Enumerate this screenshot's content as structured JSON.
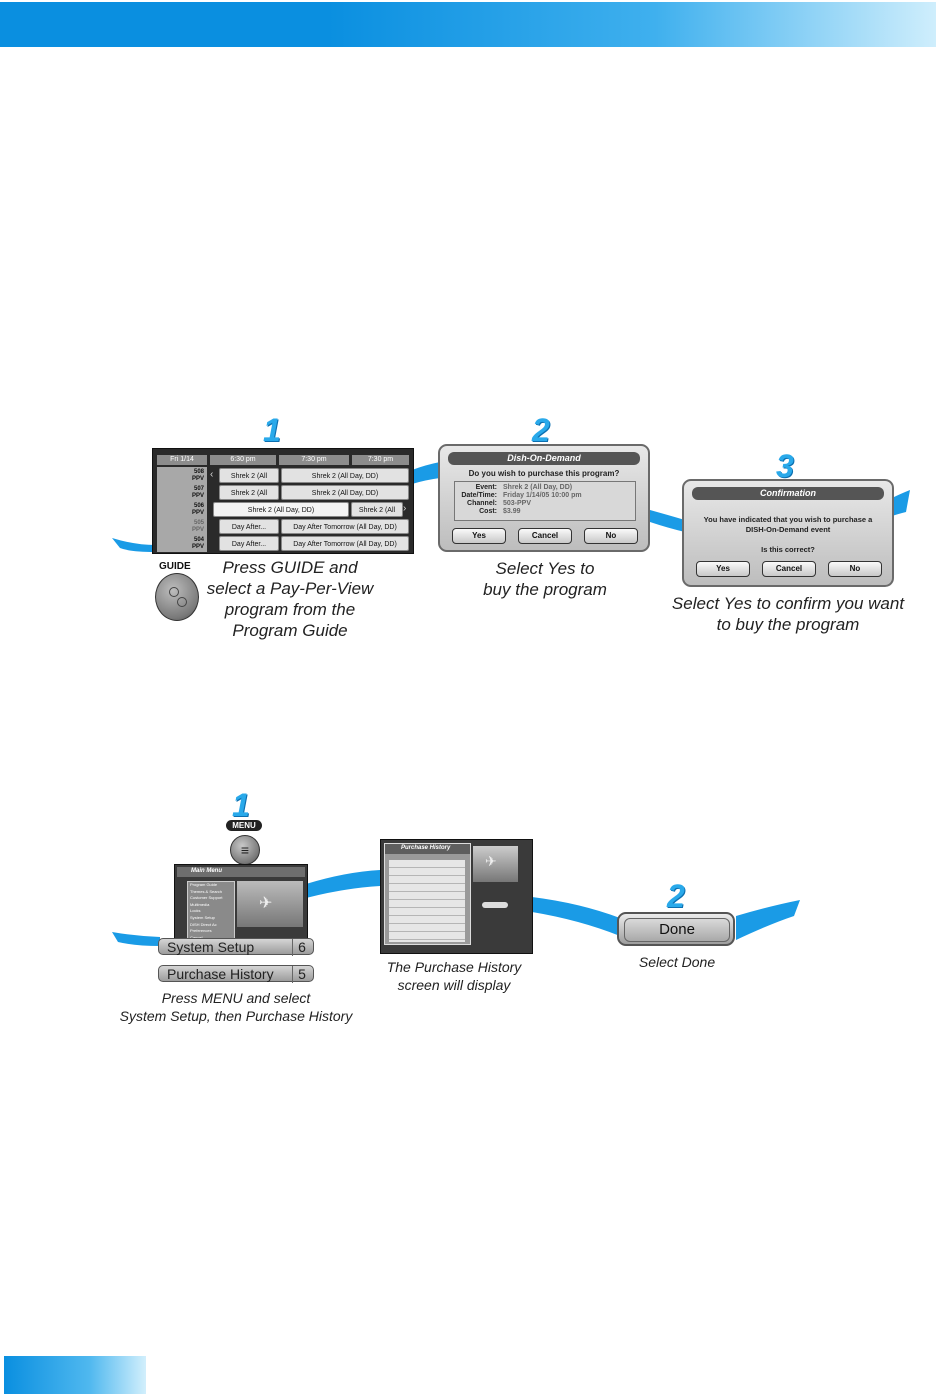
{
  "section1": {
    "step1": {
      "number": "1",
      "remote_label": "GUIDE",
      "caption": [
        "Press GUIDE and",
        "select a Pay-Per-View",
        "program from the",
        "Program Guide"
      ],
      "guide": {
        "headers": [
          "Fri 1/14",
          "6:30 pm",
          "7:30 pm",
          "7:30 pm"
        ],
        "rows": [
          {
            "ch": "508",
            "sub": "PPV",
            "cells": [
              "Shrek 2 (All",
              "Shrek 2 (All Day, DD)"
            ]
          },
          {
            "ch": "507",
            "sub": "PPV",
            "cells": [
              "Shrek 2 (All",
              "Shrek 2 (All Day, DD)"
            ]
          },
          {
            "ch": "506",
            "sub": "PPV",
            "cells": [
              "Shrek 2 (All Day, DD)",
              "Shrek 2 (All"
            ]
          },
          {
            "ch": "505",
            "sub": "PPV",
            "cells": [
              "Day After...",
              "Day After Tomorrow (All Day, DD)"
            ]
          },
          {
            "ch": "504",
            "sub": "PPV",
            "cells": [
              "Day After...",
              "Day After Tomorrow (All Day, DD)"
            ]
          }
        ]
      }
    },
    "step2": {
      "number": "2",
      "title": "Dish-On-Demand",
      "question": "Do you wish to purchase this program?",
      "fields": [
        {
          "label": "Event:",
          "value": "Shrek 2 (All Day, DD)"
        },
        {
          "label": "Date/Time:",
          "value": "Friday 1/14/05  10:00 pm"
        },
        {
          "label": "Channel:",
          "value": "503-PPV"
        },
        {
          "label": "Cost:",
          "value": "$3.99"
        }
      ],
      "buttons": [
        "Yes",
        "Cancel",
        "No"
      ],
      "caption": [
        "Select Yes to",
        "buy the program"
      ]
    },
    "step3": {
      "number": "3",
      "title": "Confirmation",
      "message": [
        "You have indicated that you wish to purchase a",
        "DISH-On-Demand event"
      ],
      "question": "Is this correct?",
      "buttons": [
        "Yes",
        "Cancel",
        "No"
      ],
      "caption": [
        "Select Yes to confirm you want",
        "to buy the program"
      ]
    }
  },
  "section2": {
    "step1": {
      "number": "1",
      "remote_label": "MENU",
      "menu_screen_title": "Main Menu",
      "menu_items": [
        "Program Guide",
        "Themes & Search",
        "Customer Support",
        "Multimedia",
        "Locks",
        "System Setup",
        "DISH Direct Ac",
        "Preferences",
        "Cancel"
      ],
      "bar1_label": "System Setup",
      "bar1_num": "6",
      "bar2_label": "Purchase History",
      "bar2_num": "5",
      "caption": [
        "Press MENU and select",
        "System Setup, then Purchase History"
      ]
    },
    "middle": {
      "screen_title": "Purchase History",
      "caption": [
        "The Purchase History",
        "screen will display"
      ]
    },
    "step2": {
      "number": "2",
      "button_label": "Done",
      "caption": "Select Done"
    }
  }
}
